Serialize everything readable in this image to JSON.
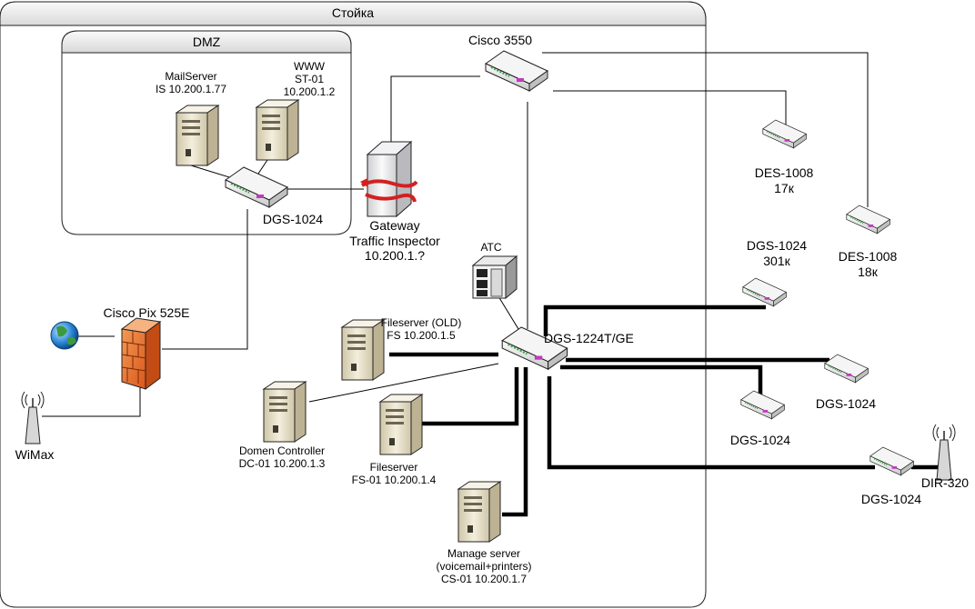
{
  "containers": {
    "rack": "Стойка",
    "dmz": "DMZ"
  },
  "nodes": {
    "cisco3550": "Cisco 3550",
    "mailserver": [
      "MailServer",
      "IS 10.200.1.77"
    ],
    "www": [
      "WWW",
      "ST-01",
      "10.200.1.2"
    ],
    "dgs_dmz": "DGS-1024",
    "gateway": [
      "Gateway",
      "Traffic Inspector",
      "10.200.1.?"
    ],
    "atc": "АТС",
    "pix": "Cisco Pix 525E",
    "wimax": "WiMax",
    "fs_old": [
      "Fileserver (OLD)",
      "FS 10.200.1.5"
    ],
    "dgs_core": "DGS-1224T/GE",
    "domen": [
      "Domen Controller",
      "DC-01 10.200.1.3"
    ],
    "fs01": [
      "Fileserver",
      "FS-01 10.200.1.4"
    ],
    "manage": [
      "Manage server",
      "(voicemail+printers)",
      "CS-01 10.200.1.7"
    ],
    "des17": [
      "DES-1008",
      "17к"
    ],
    "des18": [
      "DES-1008",
      "18к"
    ],
    "dgs301": [
      "DGS-1024",
      "301к"
    ],
    "dgs_a": "DGS-1024",
    "dgs_b": "DGS-1024",
    "dgs_c": "DGS-1024",
    "dir320": "DIR-320"
  },
  "icons": {
    "switch": "network-switch-icon",
    "server": "tower-server-icon",
    "firewall": "brick-firewall-icon",
    "globe": "internet-globe-icon",
    "antenna": "wireless-antenna-icon",
    "pbx": "pbx-station-icon",
    "gateway": "gateway-server-icon"
  },
  "colors": {
    "line": "#000000",
    "firewall": "#e8702a",
    "switch_body": "#eef0ee",
    "server_body": "#e9e2cc"
  }
}
